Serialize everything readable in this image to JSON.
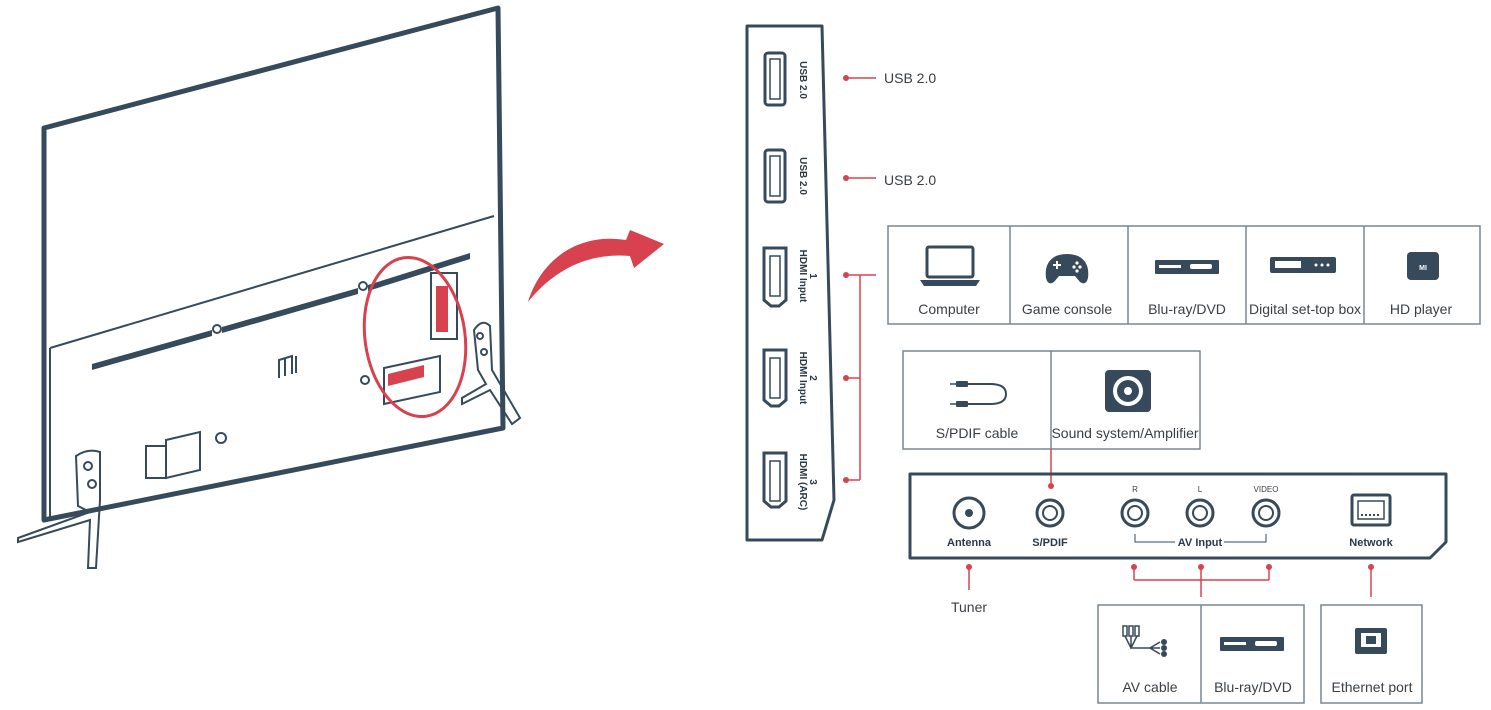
{
  "colors": {
    "ink": "#364a5b",
    "accent": "#d8424f",
    "box_border": "#7a8590",
    "background": "#ffffff"
  },
  "tv": {
    "logo": "mi",
    "highlight": "red-circle-ports"
  },
  "side_panel": {
    "ports": [
      {
        "label": "USB 2.0",
        "sub": "",
        "icon": "usb-port-icon"
      },
      {
        "label": "USB 2.0",
        "sub": "",
        "icon": "usb-port-icon"
      },
      {
        "label": "HDMI Input",
        "sub": "1",
        "icon": "hdmi-port-icon"
      },
      {
        "label": "HDMI Input",
        "sub": "2",
        "icon": "hdmi-port-icon"
      },
      {
        "label": "HDMI (ARC)",
        "sub": "3",
        "icon": "hdmi-port-icon"
      }
    ],
    "usb_callouts": [
      "USB 2.0",
      "USB 2.0"
    ]
  },
  "hdmi_devices": [
    {
      "label": "Computer",
      "icon": "laptop-icon"
    },
    {
      "label": "Game console",
      "icon": "gamepad-icon"
    },
    {
      "label": "Blu-ray/DVD",
      "icon": "bluray-player-icon"
    },
    {
      "label": "Digital set-top box",
      "icon": "set-top-box-icon"
    },
    {
      "label": "HD player",
      "icon": "hd-player-icon"
    }
  ],
  "spdif_devices": [
    {
      "label": "S/PDIF cable",
      "icon": "optical-cable-icon"
    },
    {
      "label": "Sound system/Amplifier",
      "icon": "speaker-icon"
    }
  ],
  "bottom_panel": {
    "antenna": "Antenna",
    "spdif": "S/PDIF",
    "av_input": "AV Input",
    "av_channels": [
      "R",
      "L",
      "VIDEO"
    ],
    "network": "Network"
  },
  "tuner_label": "Tuner",
  "av_devices": [
    {
      "label": "AV cable",
      "icon": "av-cable-icon"
    },
    {
      "label": "Blu-ray/DVD",
      "icon": "bluray-player-icon"
    }
  ],
  "network_devices": [
    {
      "label": "Ethernet port",
      "icon": "ethernet-port-icon"
    }
  ]
}
